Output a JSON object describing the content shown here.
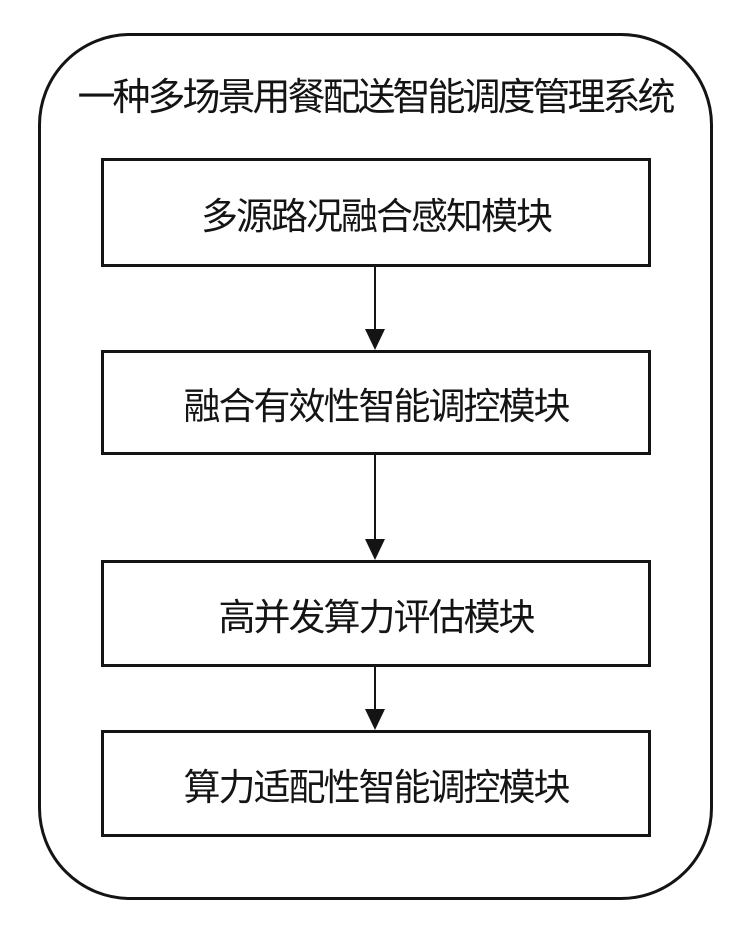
{
  "diagram": {
    "type": "flowchart",
    "title": "一种多场景用餐配送智能调度管理系统",
    "modules": [
      {
        "id": 1,
        "label": "多源路况融合感知模块"
      },
      {
        "id": 2,
        "label": "融合有效性智能调控模块"
      },
      {
        "id": 3,
        "label": "高并发算力评估模块"
      },
      {
        "id": 4,
        "label": "算力适配性智能调控模块"
      }
    ],
    "connections": [
      {
        "from": "多源路况融合感知模块",
        "to": "融合有效性智能调控模块",
        "style": "arrow-down"
      },
      {
        "from": "融合有效性智能调控模块",
        "to": "高并发算力评估模块",
        "style": "arrow-down"
      },
      {
        "from": "高并发算力评估模块",
        "to": "算力适配性智能调控模块",
        "style": "arrow-down"
      }
    ],
    "colors": {
      "line": "#141414",
      "text": "#141414",
      "background": "#ffffff"
    }
  }
}
